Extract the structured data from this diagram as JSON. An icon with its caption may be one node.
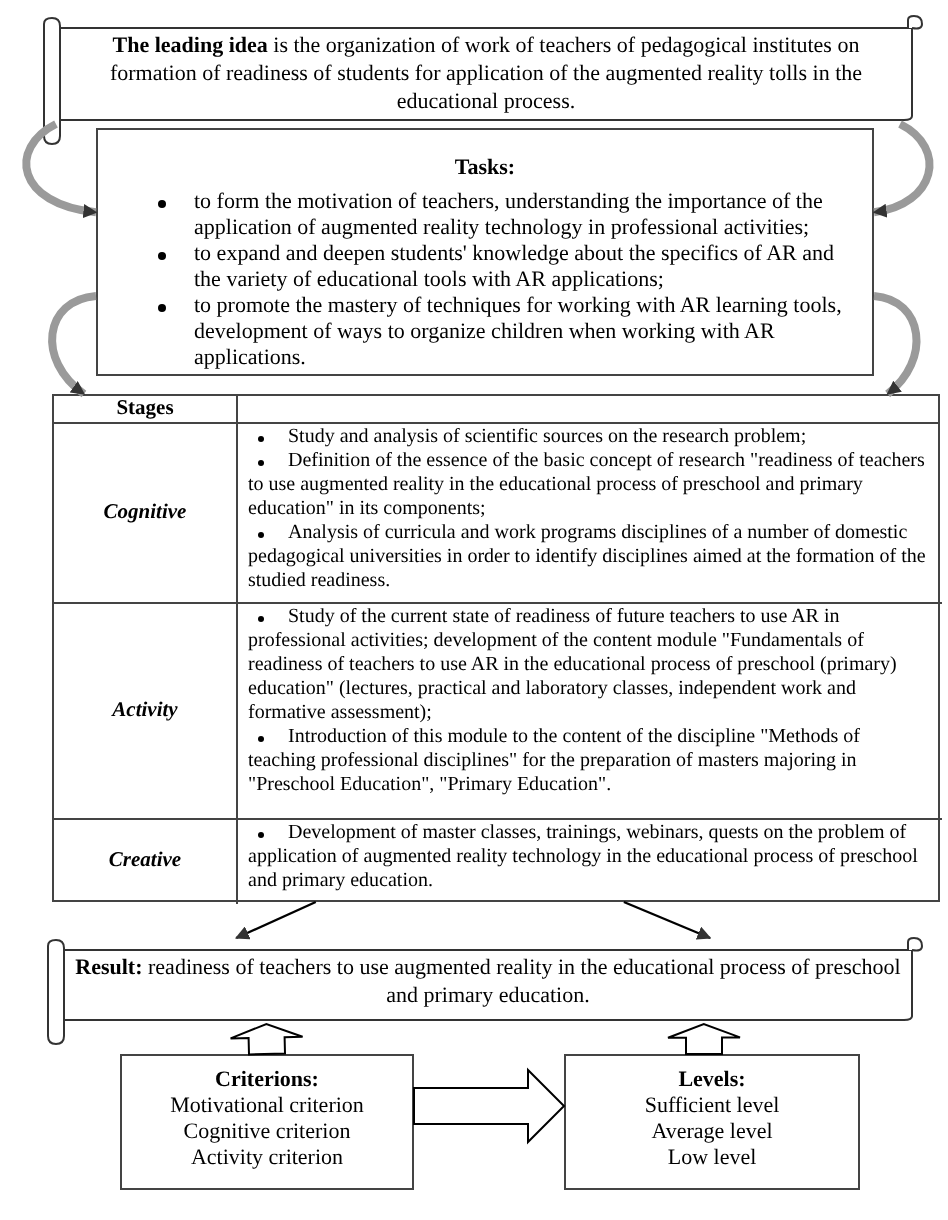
{
  "diagram": {
    "nodes": [
      {
        "text": [
          "**The leading idea** is the organization of work of teachers of pedagogical institutes on formation of readiness of students for application of the augmented reality tolls in  the educational process."
        ]
      },
      {
        "text": [
          "Tasks:",
          "to form the motivation of teachers, understanding the importance of the application of augmented reality technology in professional activities;",
          "to expand and deepen students' knowledge about the specifics of AR and the variety of educational tools with AR applications;",
          "to promote the mastery of techniques for working with AR learning tools, development of ways to organize children when working with AR applications."
        ]
      },
      {
        "text": [
          "Stages"
        ]
      },
      {
        "text": [
          "Cognitive"
        ],
        "in": 2
      },
      {
        "text": [
          "Study and analysis of scientific sources on the research problem;",
          "Definition of the essence of the basic concept of research \"readiness of teachers to use augmented reality in the educational process of preschool and primary education\" in its components;",
          "Analysis of curricula and work programs disciplines of a number of domestic pedagogical universities in order to identify disciplines aimed at the formation of the studied readiness."
        ],
        "in": 2
      },
      {
        "text": [
          "Activity"
        ],
        "in": 2
      },
      {
        "text": [
          "Study of the current state of readiness of future teachers to use AR in professional activities; development of the content module \"Fundamentals of readiness of teachers to use AR in the educational process of preschool (primary) education\" (lectures, practical and laboratory classes, independent work and formative assessment);",
          "Introduction of this module to the content of the discipline \"Methods of teaching professional disciplines\" for the preparation of masters majoring in \"Preschool Education\", \"Primary Education\"."
        ],
        "in": 2
      },
      {
        "text": [
          "Creative"
        ],
        "in": 2
      },
      {
        "text": [
          "Development of master classes, trainings, webinars, quests on the problem of application of augmented reality technology in the educational process of preschool and primary education."
        ],
        "in": 2
      },
      {
        "text": [
          "**Result:** readiness of teachers to use augmented reality in the educational process of preschool and primary education."
        ]
      },
      {
        "text": [
          "Criterions:",
          "Motivational criterion",
          "Cognitive criterion",
          "Activity criterion"
        ]
      },
      {
        "text": [
          "Levels:",
          "Sufficient level",
          "Average level",
          "Low level"
        ]
      }
    ],
    "edges": [
      {
        "from": 0,
        "to": 1,
        "arrow": "to",
        "color": "#9a9a9a"
      },
      {
        "from": 0,
        "to": 1,
        "arrow": "to",
        "color": "#9a9a9a"
      },
      {
        "from": 1,
        "to": 2,
        "arrow": "to",
        "color": "#9a9a9a"
      },
      {
        "from": 1,
        "to": 2,
        "arrow": "to",
        "color": "#9a9a9a"
      },
      {
        "from": 2,
        "to": 9,
        "arrow": "to",
        "color": "#000000"
      },
      {
        "from": 2,
        "to": 9,
        "arrow": "to",
        "color": "#000000"
      },
      {
        "from": 10,
        "to": 9,
        "arrow": "to",
        "style": "thick"
      },
      {
        "from": 11,
        "to": 9,
        "arrow": "to",
        "style": "thick"
      },
      {
        "from": 10,
        "to": 11,
        "arrow": "to",
        "style": "thick"
      }
    ]
  }
}
